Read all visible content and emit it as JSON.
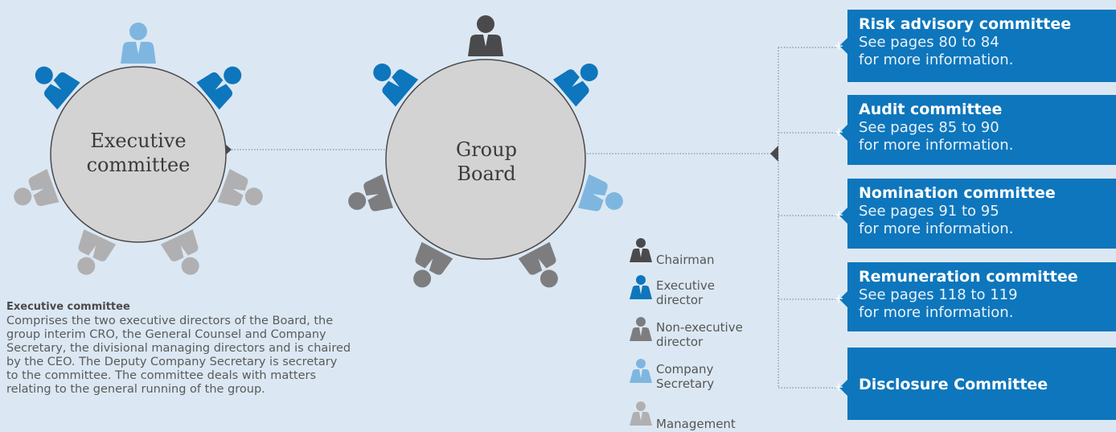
{
  "circles": [
    {
      "label_line1": "Executive",
      "label_line2": "committee"
    },
    {
      "label_line1": "Group",
      "label_line2": "Board"
    }
  ],
  "committees": [
    {
      "title": "Risk advisory committee",
      "line1": "See pages 80 to 84",
      "line2": "for more information.",
      "plus": "+"
    },
    {
      "title": "Audit committee",
      "line1": "See pages 85 to 90",
      "line2": "for more information.",
      "plus": "+"
    },
    {
      "title": "Nomination committee",
      "line1": "See pages 91 to 95",
      "line2": "for more information.",
      "plus": "+"
    },
    {
      "title": "Remuneration committee",
      "line1": "See pages 118 to 119",
      "line2": "for more information.",
      "plus": "+"
    },
    {
      "title": "Disclosure Committee",
      "plus": "+"
    }
  ],
  "legend": [
    {
      "line1": "Chairman",
      "line2": "",
      "color": "#4a4a4c",
      "icon": "person-icon"
    },
    {
      "line1": "Executive",
      "line2": "director",
      "color": "#0e76bc",
      "icon": "person-icon"
    },
    {
      "line1": "Non-executive",
      "line2": "director",
      "color": "#7d7d80",
      "icon": "person-icon"
    },
    {
      "line1": "Company",
      "line2": "Secretary",
      "color": "#7fb6e0",
      "icon": "person-icon"
    },
    {
      "line1": "Management",
      "line2": "",
      "color": "#b0b0b2",
      "icon": "person-icon"
    }
  ],
  "description": {
    "heading": "Executive committee",
    "line1": "Comprises the two executive directors of the Board, the",
    "line2": "group interim CRO, the General Counsel and Company",
    "line3": "Secretary, the divisional managing directors and is chaired",
    "line4": "by the CEO. The Deputy Company Secretary is secretary",
    "line5": "to the committee. The committee deals with matters",
    "line6": "relating to the general running of the group."
  },
  "colors": {
    "background": "#dbe8f3",
    "table": "#d4d3d3",
    "chairman": "#4a4a4c",
    "executive": "#0e76bc",
    "non_executive": "#7d7d80",
    "secretary": "#7fb6e0",
    "management": "#b0b0b2",
    "committee_box": "#0e76bc"
  }
}
